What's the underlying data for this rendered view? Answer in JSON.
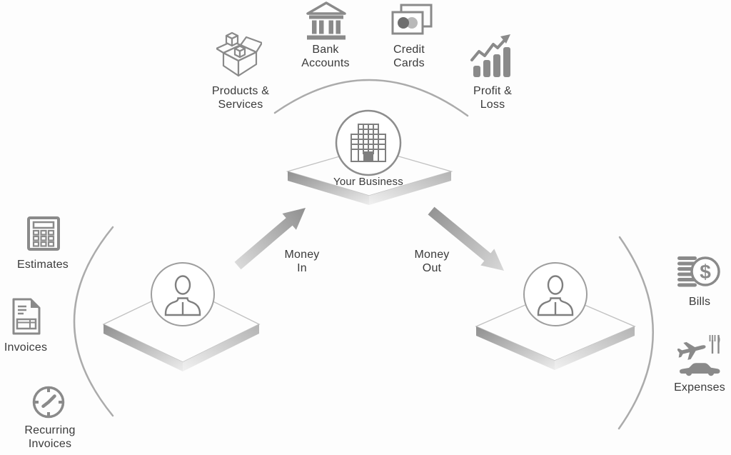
{
  "diagram": {
    "center": {
      "label": "Your Business"
    },
    "money_in": {
      "line1": "Money",
      "line2": "In"
    },
    "money_out": {
      "line1": "Money",
      "line2": "Out"
    },
    "top_items": [
      {
        "line1": "Products &",
        "line2": "Services",
        "icon": "open-box"
      },
      {
        "line1": "Bank",
        "line2": "Accounts",
        "icon": "bank"
      },
      {
        "line1": "Credit",
        "line2": "Cards",
        "icon": "credit-cards"
      },
      {
        "line1": "Profit &",
        "line2": "Loss",
        "icon": "growth-bar-chart"
      }
    ],
    "left_items": [
      {
        "line1": "Estimates",
        "icon": "calculator"
      },
      {
        "line1": "Invoices",
        "icon": "invoice-document"
      },
      {
        "line1": "Recurring",
        "line2": "Invoices",
        "icon": "clock"
      }
    ],
    "right_items": [
      {
        "line1": "Bills",
        "icon": "coins-dollar"
      },
      {
        "line1": "Expenses",
        "icon": "plane-utensils-car"
      }
    ],
    "glyphs": {
      "dollar": "$"
    },
    "colors": {
      "icon_gray": "#8a8a8a",
      "text": "#3a3a3a",
      "arc": "#ababab",
      "arrow_dark": "#8f8f8f",
      "arrow_light": "#dadada",
      "background": "#fdfdfd"
    }
  }
}
